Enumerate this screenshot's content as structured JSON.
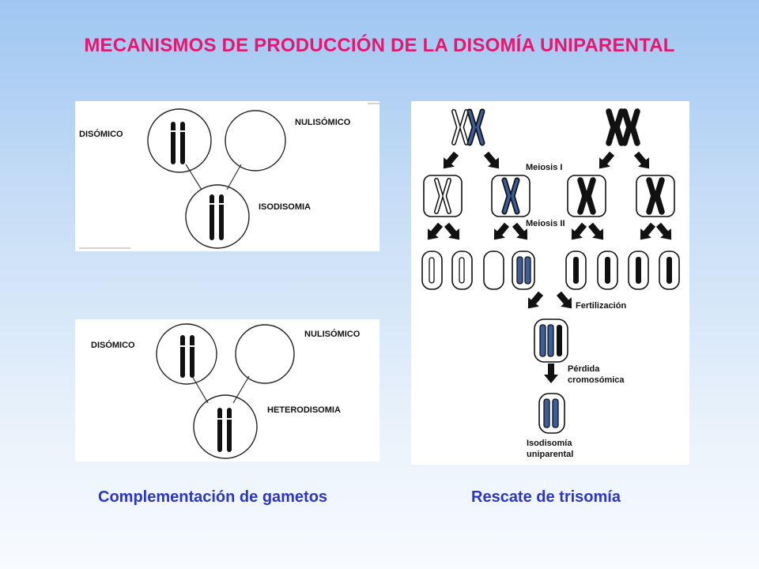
{
  "title": "MECANISMOS DE PRODUCCIÓN DE LA DISOMÍA UNIPARENTAL",
  "left": {
    "top_diagram": {
      "label_left": "DISÓMICO",
      "label_right": "NULISÓMICO",
      "label_result": "ISODISOMIA"
    },
    "bottom_diagram": {
      "label_left": "DISÓMICO",
      "label_right": "NULISÓMICO",
      "label_result": "HETERODISOMIA"
    },
    "caption": "Complementación de gametos"
  },
  "right": {
    "meiosis1": "Meiosis I",
    "meiosis2": "Meiosis II",
    "fertilization": "Fertilización",
    "loss_line1": "Pérdida",
    "loss_line2": "cromosómica",
    "result_line1": "Isodisomía",
    "result_line2": "uniparental",
    "caption": "Rescate de trisomía"
  },
  "colors": {
    "title": "#e6176f",
    "caption": "#2b35c9",
    "maternal_chromosome": "#1f3f77",
    "paternal_chromosome": "#111111"
  }
}
